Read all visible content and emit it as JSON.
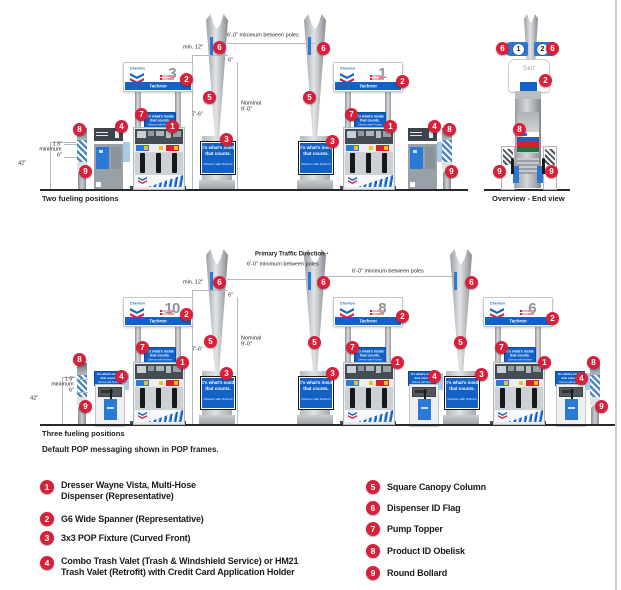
{
  "colors": {
    "callout_red": "#d8203a",
    "chevron_blue": "#1161c6",
    "flag_blue": "#2b79d6",
    "hallmark_red": "#e21836",
    "band_red": "#d2232a",
    "band_green": "#0b7b3e"
  },
  "callouts": {
    "c1": "1",
    "c2": "2",
    "c3": "3",
    "c4": "4",
    "c5": "5",
    "c6": "6",
    "c7": "7",
    "c8": "8",
    "c9": "9"
  },
  "pop": {
    "l1": "It's what's inside",
    "l2": "that counts.",
    "l3": "Chevron with Techron"
  },
  "brand": {
    "chevron": "Chevron",
    "techron": "Techron"
  },
  "end_view": {
    "self_label": "Self",
    "flag_left": "1",
    "flag_right": "2"
  },
  "dims": {
    "between_poles": "6'-0\" minimum between poles",
    "min12": "min. 12\"",
    "six": "6\"",
    "nominal1": "Nominal",
    "nominal2": "9'-0\"",
    "seven6": "7'-6\"",
    "h42": "42\"",
    "d15": "1.5\"",
    "dmin": "minimum",
    "d6": "6\"",
    "traffic": "Primary Traffic Direction",
    "arrow": "→"
  },
  "sections": {
    "two": {
      "caption": "Two fueling positions",
      "numbers": [
        "3",
        "1"
      ]
    },
    "end": {
      "caption": "Overview - End view"
    },
    "three": {
      "caption": "Three fueling positions",
      "numbers": [
        "10",
        "8",
        "6"
      ]
    },
    "note": "Default POP messaging shown in POP frames."
  },
  "legend": {
    "left": [
      {
        "num": "1",
        "lines": [
          "Dresser Wayne Vista, Multi-Hose",
          "Dispenser (Representative)"
        ]
      },
      {
        "num": "2",
        "lines": [
          "G6 Wide Spanner (Representative)"
        ]
      },
      {
        "num": "3",
        "lines": [
          "3x3 POP Fixture (Curved Front)"
        ]
      },
      {
        "num": "4",
        "lines": [
          "Combo Trash Valet (Trash & Windshield Service) or HM21",
          "Trash Valet (Retrofit) with Credit Card Application Holder"
        ]
      }
    ],
    "right": [
      {
        "num": "5",
        "label": "Square Canopy Column"
      },
      {
        "num": "6",
        "label": "Dispenser ID Flag"
      },
      {
        "num": "7",
        "label": "Pump Topper"
      },
      {
        "num": "8",
        "label": "Product ID Obelisk"
      },
      {
        "num": "9",
        "label": "Round Bollard"
      }
    ]
  }
}
